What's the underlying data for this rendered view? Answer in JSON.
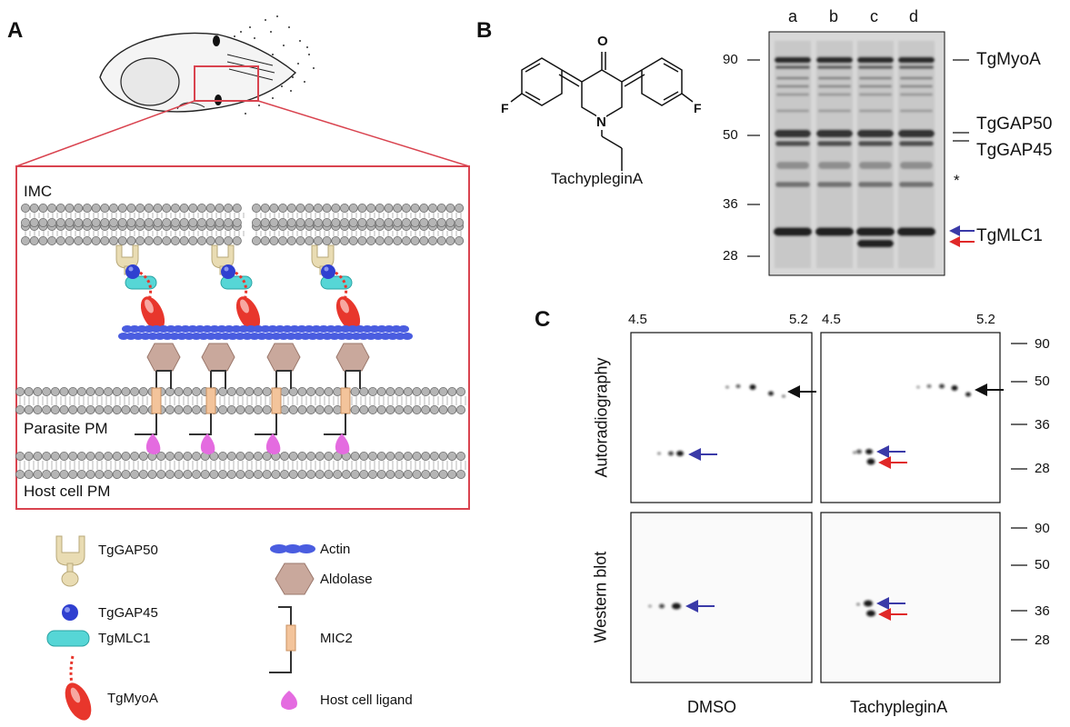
{
  "panels": {
    "A": "A",
    "B": "B",
    "C": "C"
  },
  "panelA": {
    "imc_label": "IMC",
    "parasite_pm_label": "Parasite PM",
    "host_pm_label": "Host cell PM",
    "legend": [
      {
        "label": "TgGAP50",
        "icon": "tggap50-icon"
      },
      {
        "label": "TgGAP45",
        "icon": "tggap45-icon"
      },
      {
        "label": "TgMLC1",
        "icon": "tgmlc1-icon"
      },
      {
        "label": "TgMyoA",
        "icon": "tgmyoa-icon"
      },
      {
        "label": "Actin",
        "icon": "actin-icon"
      },
      {
        "label": "Aldolase",
        "icon": "aldolase-icon"
      },
      {
        "label": "MIC2",
        "icon": "mic2-icon"
      },
      {
        "label": "Host cell ligand",
        "icon": "host-ligand-icon"
      }
    ],
    "colors": {
      "zoom_box": "#d9434f",
      "membrane": "#b5b5b5",
      "actin": "#4a5de0",
      "myoa": "#e8362c",
      "mlc1": "#56d6d6",
      "gap45": "#2f3fd0",
      "gap50": "#e9dcb3",
      "aldolase": "#c9a89c",
      "mic2": "#f3c49b",
      "ligand": "#e46be0"
    }
  },
  "panelB": {
    "compound_name": "TachyplegінA",
    "atoms": {
      "O": "O",
      "N": "N",
      "F1": "F",
      "F2": "F"
    },
    "lanes": [
      "a",
      "b",
      "c",
      "d"
    ],
    "mw_markers": [
      "90",
      "50",
      "36",
      "28"
    ],
    "band_labels": [
      "TgMyoA",
      "TgGAP50",
      "TgGAP45",
      "*",
      "TgMLC1"
    ]
  },
  "panelC": {
    "ph_left": "4.5",
    "ph_right": "5.2",
    "row_labels": [
      "Autoradiography",
      "Western blot"
    ],
    "col_labels": [
      "DMSO",
      "TachypleginA"
    ],
    "mw_top": [
      "90",
      "50",
      "36",
      "28"
    ],
    "mw_bottom": [
      "90",
      "50",
      "36",
      "28"
    ]
  }
}
